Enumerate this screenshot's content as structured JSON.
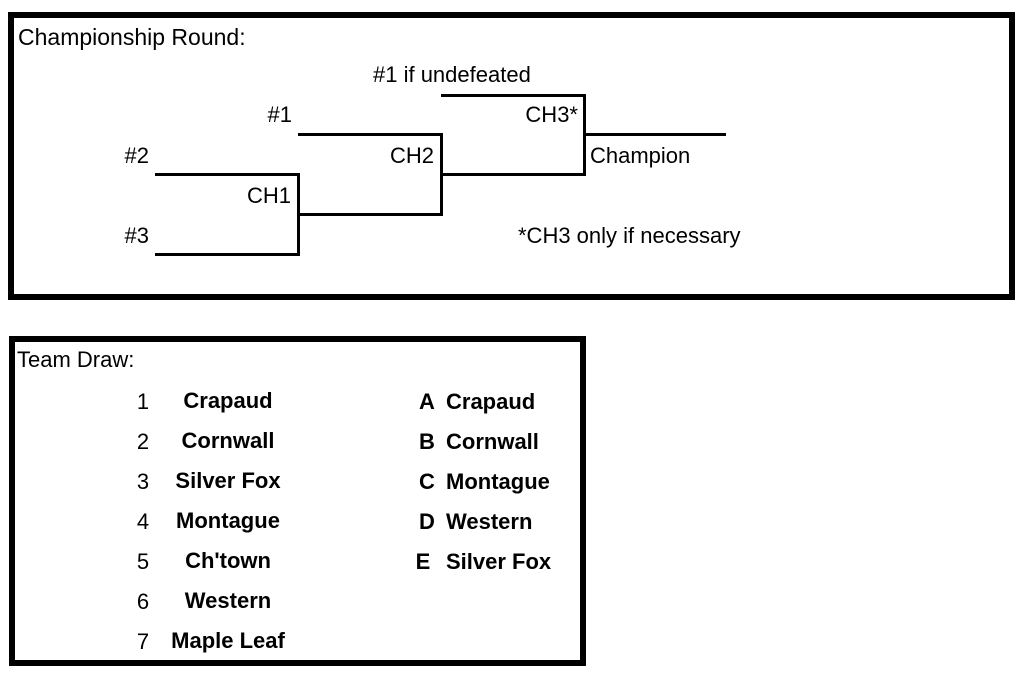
{
  "championship": {
    "title": "Championship Round:",
    "labels": {
      "undefeated": "#1 if undefeated",
      "seed1": "#1",
      "seed2": "#2",
      "seed3": "#3",
      "ch1": "CH1",
      "ch2": "CH2",
      "ch3": "CH3*",
      "champion": "Champion",
      "note": "*CH3 only if necessary"
    }
  },
  "team_draw": {
    "title": "Team Draw:",
    "numbered": [
      {
        "num": "1",
        "team": "Crapaud"
      },
      {
        "num": "2",
        "team": "Cornwall"
      },
      {
        "num": "3",
        "team": "Silver Fox"
      },
      {
        "num": "4",
        "team": "Montague"
      },
      {
        "num": "5",
        "team": "Ch'town"
      },
      {
        "num": "6",
        "team": "Western"
      },
      {
        "num": "7",
        "team": "Maple Leaf"
      }
    ],
    "lettered": [
      {
        "letter": "A",
        "team": "Crapaud"
      },
      {
        "letter": "B",
        "team": "Cornwall"
      },
      {
        "letter": "C",
        "team": "Montague"
      },
      {
        "letter": "D",
        "team": "Western"
      },
      {
        "letter": "E",
        "team": "Silver Fox"
      }
    ]
  }
}
